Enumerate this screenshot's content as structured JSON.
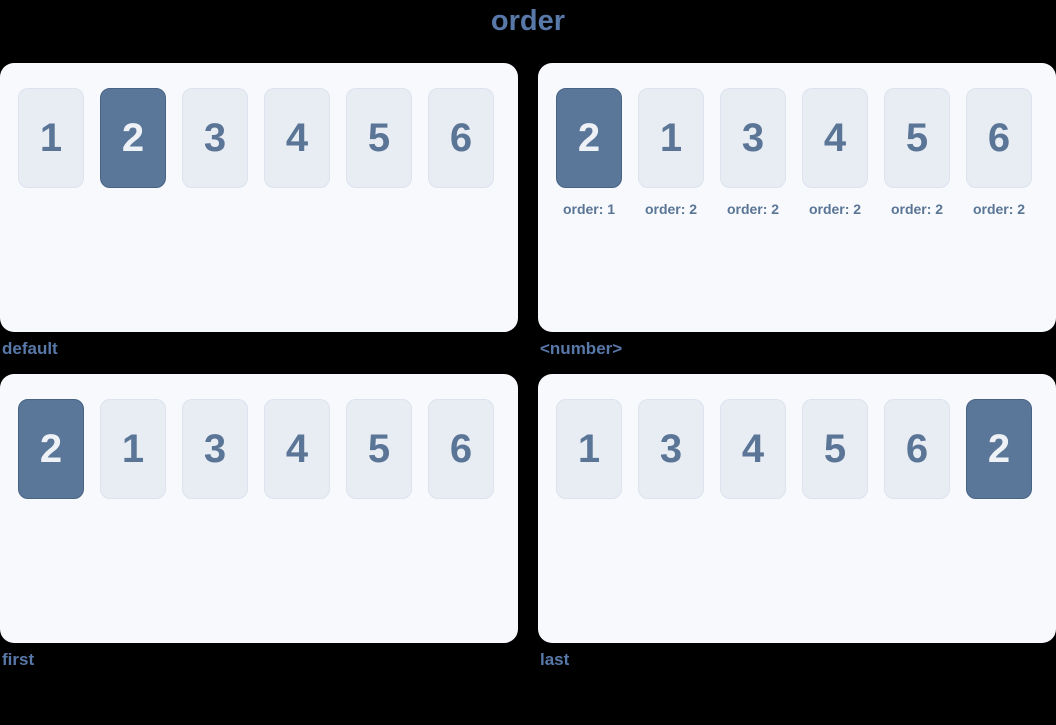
{
  "title": "order",
  "colors": {
    "background": "#000000",
    "panel_background": "#f7f9fc",
    "box_background": "#e8edf4",
    "box_border": "#dce3ee",
    "accent_text": "#5a7596",
    "highlight_background": "#5a7698",
    "highlight_border": "#486384",
    "highlight_text": "#eef2f7",
    "heading_text": "#5878a8"
  },
  "panels": [
    {
      "label": "default",
      "items": [
        {
          "value": "1",
          "highlighted": false
        },
        {
          "value": "2",
          "highlighted": true
        },
        {
          "value": "3",
          "highlighted": false
        },
        {
          "value": "4",
          "highlighted": false
        },
        {
          "value": "5",
          "highlighted": false
        },
        {
          "value": "6",
          "highlighted": false
        }
      ]
    },
    {
      "label": "<number>",
      "items": [
        {
          "value": "2",
          "highlighted": true,
          "order_label": "order: 1"
        },
        {
          "value": "1",
          "highlighted": false,
          "order_label": "order: 2"
        },
        {
          "value": "3",
          "highlighted": false,
          "order_label": "order: 2"
        },
        {
          "value": "4",
          "highlighted": false,
          "order_label": "order: 2"
        },
        {
          "value": "5",
          "highlighted": false,
          "order_label": "order: 2"
        },
        {
          "value": "6",
          "highlighted": false,
          "order_label": "order: 2"
        }
      ]
    },
    {
      "label": "first",
      "items": [
        {
          "value": "2",
          "highlighted": true
        },
        {
          "value": "1",
          "highlighted": false
        },
        {
          "value": "3",
          "highlighted": false
        },
        {
          "value": "4",
          "highlighted": false
        },
        {
          "value": "5",
          "highlighted": false
        },
        {
          "value": "6",
          "highlighted": false
        }
      ]
    },
    {
      "label": "last",
      "items": [
        {
          "value": "1",
          "highlighted": false
        },
        {
          "value": "3",
          "highlighted": false
        },
        {
          "value": "4",
          "highlighted": false
        },
        {
          "value": "5",
          "highlighted": false
        },
        {
          "value": "6",
          "highlighted": false
        },
        {
          "value": "2",
          "highlighted": true
        }
      ]
    }
  ]
}
